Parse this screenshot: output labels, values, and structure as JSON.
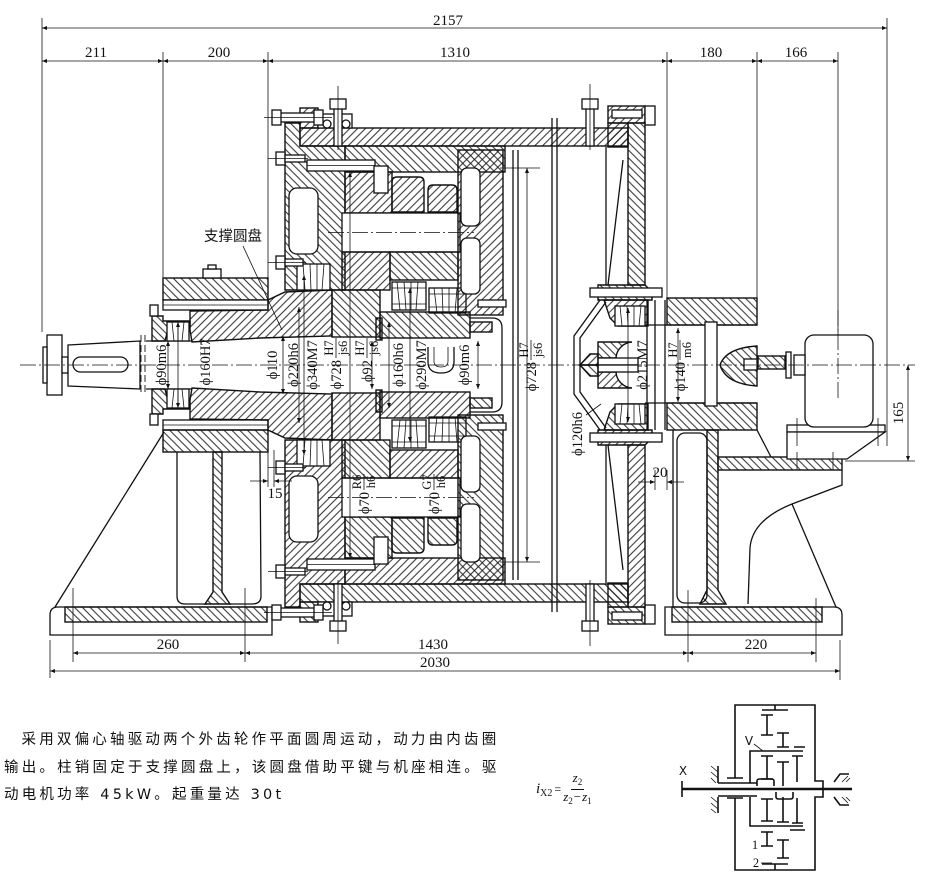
{
  "drawing": {
    "dimensions": {
      "overall_top": "2157",
      "seg_211": "211",
      "seg_200": "200",
      "seg_1310": "1310",
      "seg_180": "180",
      "seg_166": "166",
      "base_260": "260",
      "base_1430": "1430",
      "base_220": "220",
      "overall_bottom": "2030",
      "motor_height": "165",
      "gap_20": "20",
      "gap_15": "15"
    },
    "callout_support_disk": "支撑圆盘",
    "fits": {
      "left_shaft": "ϕ90m6",
      "left_bearing_bore": "ϕ160H7",
      "hub_bore": "ϕ110",
      "hub_seat": "ϕ220h6",
      "bearing_seat": "ϕ340M7",
      "housing_left": {
        "dia": "ϕ728",
        "num": "H7",
        "den": "js6"
      },
      "pin_seat": {
        "dia": "ϕ92",
        "num": "H7",
        "den": "js6"
      },
      "gear_hub": "ϕ160h6",
      "gear_bearing": "ϕ290M7",
      "right_shaft": "ϕ90m6",
      "housing_right": {
        "dia": "ϕ728",
        "num": "H7",
        "den": "js6"
      },
      "cover_bore": "ϕ215M7",
      "output_shaft": {
        "dia": "ϕ140",
        "num": "H7",
        "den": "m6"
      },
      "cone_seat": "ϕ120h6",
      "eccentric_left": {
        "dia": "ϕ70",
        "num": "R6",
        "den": "h6"
      },
      "eccentric_right": {
        "dia": "ϕ70",
        "num": "G7",
        "den": "h6"
      }
    }
  },
  "caption": {
    "lines": [
      "采用双偏心轴驱动两个外齿轮作平面圆周运动，动力由内齿圈",
      "输出。柱销固定于支撑圆盘上，该圆盘借助平键与机座相连。驱",
      "动电机功率 45kW。起重量达 30t"
    ]
  },
  "formula": {
    "lhs": "i",
    "lhs_sub": "X2",
    "eq": "=",
    "num_var": "z",
    "num_sub": "2",
    "den_var1": "z",
    "den_sub1": "2",
    "den_op": "−",
    "den_var2": "z",
    "den_sub2": "1"
  },
  "kinematic_diagram": {
    "input_label": "X",
    "carrier_label": "V",
    "gear1_label": "1",
    "gear2_label": "2"
  }
}
